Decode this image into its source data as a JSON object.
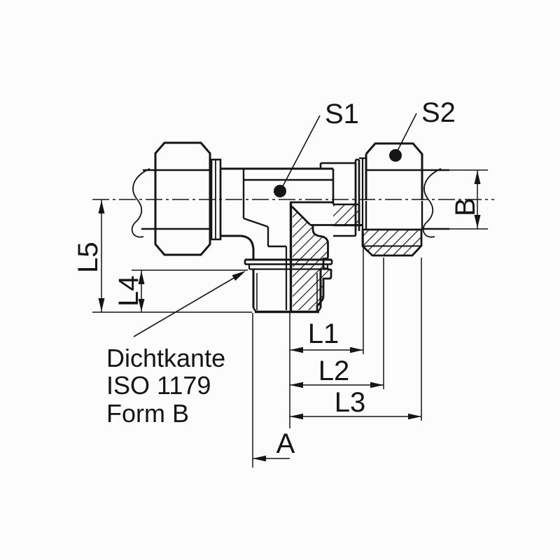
{
  "drawing": {
    "kind": "technical line drawing, sectioned pipe T-fitting with union nuts and male stud thread",
    "labels": {
      "s1": "S1",
      "s2": "S2"
    },
    "dimensions": {
      "l5": "L5",
      "l4": "L4",
      "l1": "L1",
      "l2": "L2",
      "l3": "L3",
      "a": "A",
      "b": "B"
    },
    "note": {
      "line1": "Dichtkante",
      "line2": "ISO 1179",
      "line3": "Form B"
    },
    "colors": {
      "line": "#151515",
      "background": "#fcfcfc"
    }
  }
}
